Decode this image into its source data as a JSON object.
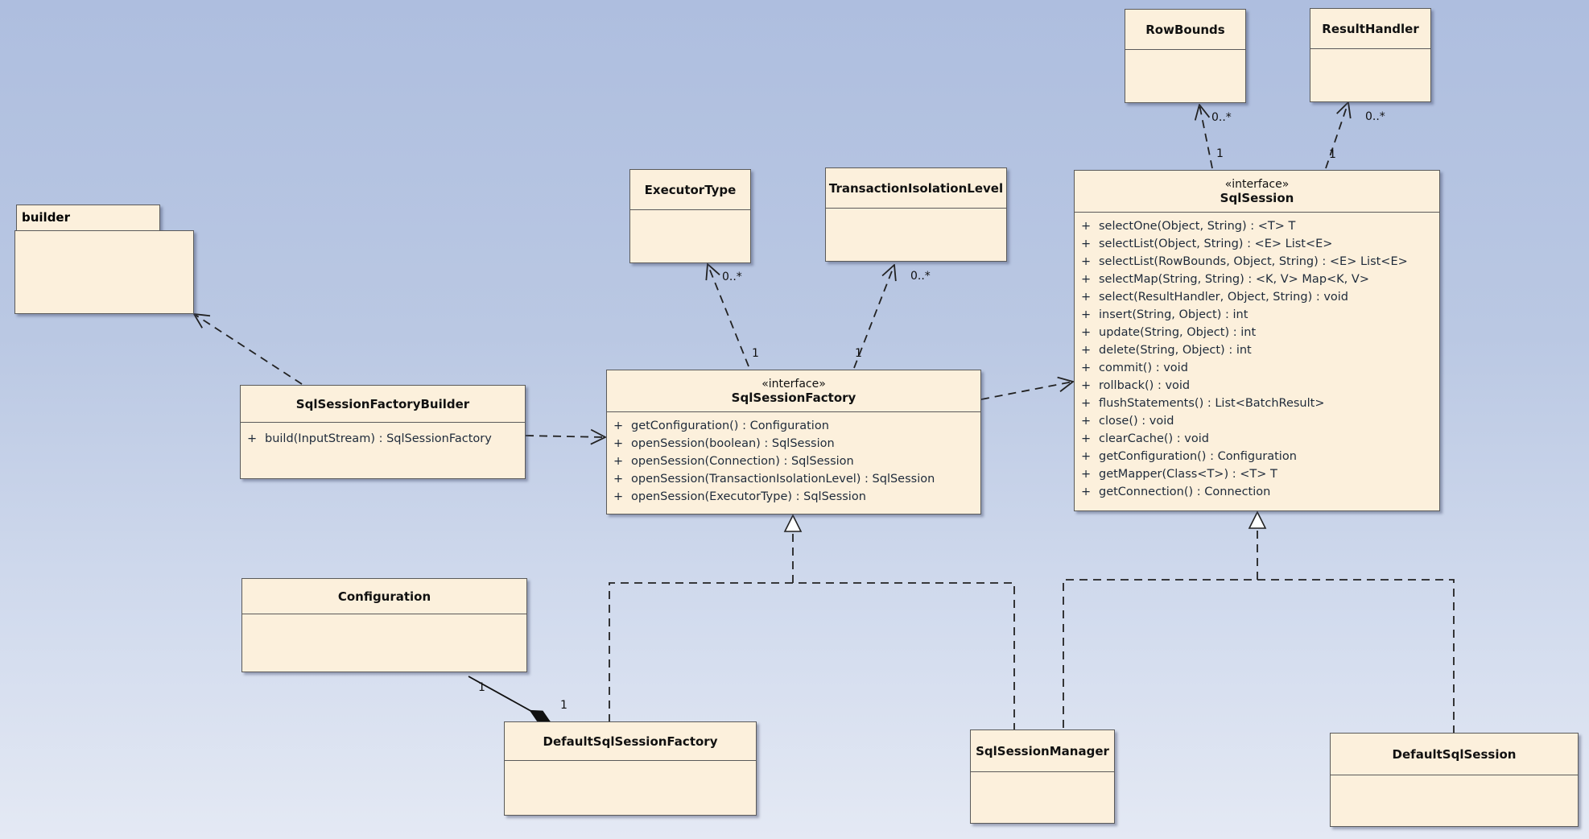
{
  "classes": {
    "row_bounds": {
      "name": "RowBounds"
    },
    "result_handler": {
      "name": "ResultHandler"
    },
    "executor_type": {
      "name": "ExecutorType"
    },
    "transaction_isolation_level": {
      "name": "TransactionIsolationLevel"
    },
    "sql_session_factory_builder": {
      "name": "SqlSessionFactoryBuilder",
      "operations": [
        {
          "vis": "+",
          "sig": "build(InputStream) : SqlSessionFactory"
        }
      ]
    },
    "sql_session_factory": {
      "stereotype": "«interface»",
      "name": "SqlSessionFactory",
      "operations": [
        {
          "vis": "+",
          "sig": "getConfiguration() : Configuration"
        },
        {
          "vis": "+",
          "sig": "openSession(boolean) : SqlSession"
        },
        {
          "vis": "+",
          "sig": "openSession(Connection) : SqlSession"
        },
        {
          "vis": "+",
          "sig": "openSession(TransactionIsolationLevel) : SqlSession"
        },
        {
          "vis": "+",
          "sig": "openSession(ExecutorType) : SqlSession"
        }
      ]
    },
    "sql_session": {
      "stereotype": "«interface»",
      "name": "SqlSession",
      "operations": [
        {
          "vis": "+",
          "sig": "selectOne(Object, String) : <T> T"
        },
        {
          "vis": "+",
          "sig": "selectList(Object, String) : <E> List<E>"
        },
        {
          "vis": "+",
          "sig": "selectList(RowBounds, Object, String) : <E> List<E>"
        },
        {
          "vis": "+",
          "sig": "selectMap(String, String) : <K, V> Map<K, V>"
        },
        {
          "vis": "+",
          "sig": "select(ResultHandler, Object, String) : void"
        },
        {
          "vis": "+",
          "sig": "insert(String, Object) : int"
        },
        {
          "vis": "+",
          "sig": "update(String, Object) : int"
        },
        {
          "vis": "+",
          "sig": "delete(String, Object) : int"
        },
        {
          "vis": "+",
          "sig": "commit() : void"
        },
        {
          "vis": "+",
          "sig": "rollback() : void"
        },
        {
          "vis": "+",
          "sig": "flushStatements() : List<BatchResult>"
        },
        {
          "vis": "+",
          "sig": "close() : void"
        },
        {
          "vis": "+",
          "sig": "clearCache() : void"
        },
        {
          "vis": "+",
          "sig": "getConfiguration() : Configuration"
        },
        {
          "vis": "+",
          "sig": "getMapper(Class<T>) : <T> T"
        },
        {
          "vis": "+",
          "sig": "getConnection() : Connection"
        }
      ]
    },
    "configuration": {
      "name": "Configuration"
    },
    "default_sql_session_factory": {
      "name": "DefaultSqlSessionFactory"
    },
    "sql_session_manager": {
      "name": "SqlSessionManager"
    },
    "default_sql_session": {
      "name": "DefaultSqlSession"
    }
  },
  "package": {
    "name": "builder"
  },
  "multiplicities": {
    "row_bounds_target": "0..*",
    "row_bounds_source": "1",
    "result_handler_target": "0..*",
    "result_handler_source": "1",
    "executor_type_target": "0..*",
    "executor_type_source": "1",
    "til_target": "0..*",
    "til_source": "1",
    "configuration_end": "1",
    "factory_end": "1"
  }
}
